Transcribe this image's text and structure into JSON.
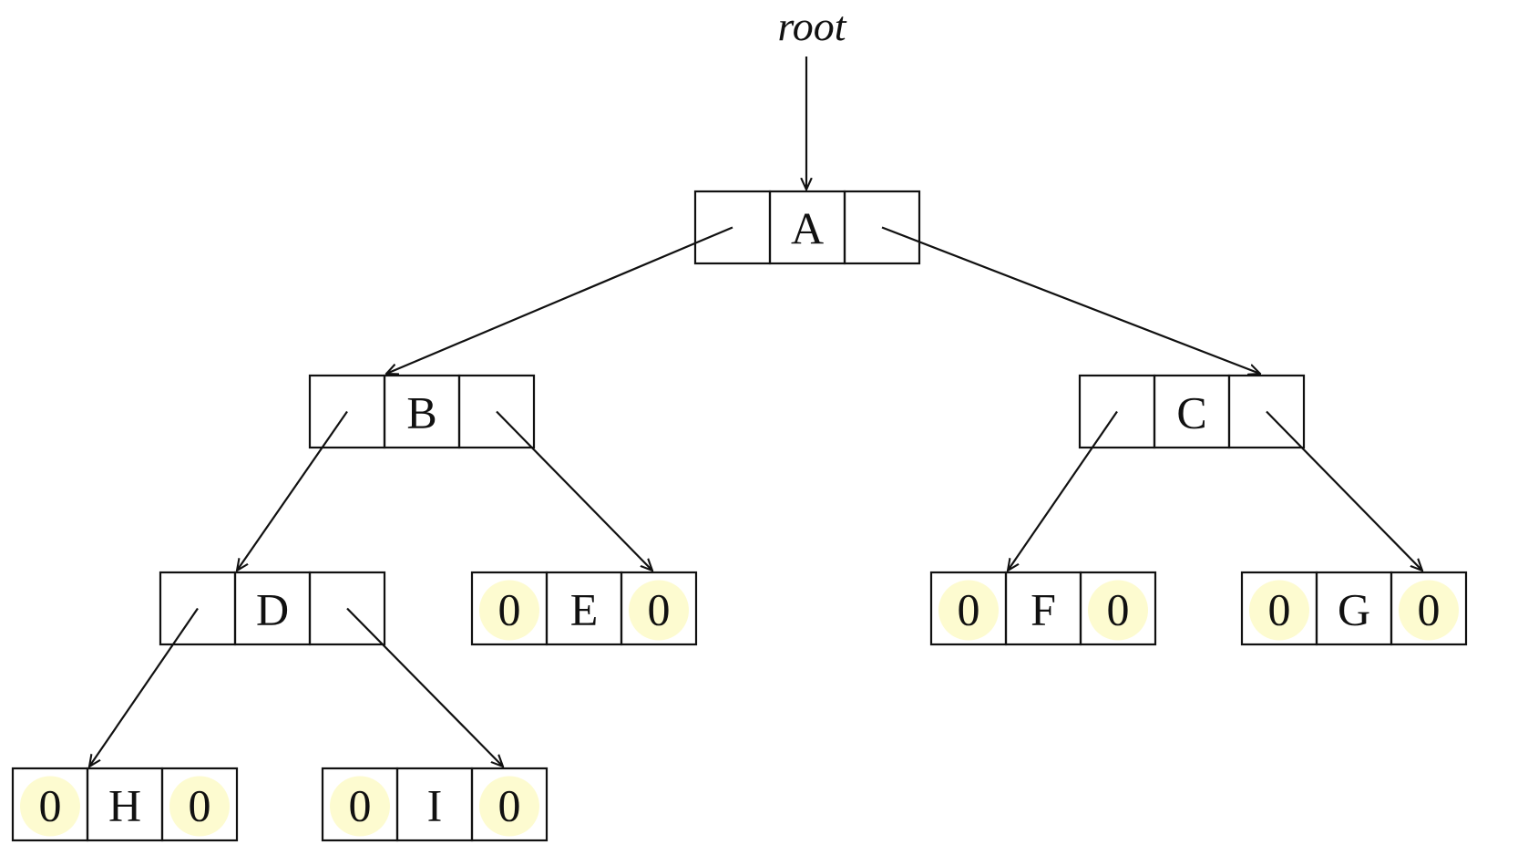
{
  "root_label": "root",
  "nodes": [
    {
      "id": "A",
      "cells": [
        "",
        "A",
        ""
      ]
    },
    {
      "id": "B",
      "cells": [
        "",
        "B",
        ""
      ]
    },
    {
      "id": "C",
      "cells": [
        "",
        "C",
        ""
      ]
    },
    {
      "id": "D",
      "cells": [
        "",
        "D",
        ""
      ]
    },
    {
      "id": "E",
      "cells": [
        "0",
        "E",
        "0"
      ]
    },
    {
      "id": "F",
      "cells": [
        "0",
        "F",
        "0"
      ]
    },
    {
      "id": "G",
      "cells": [
        "0",
        "G",
        "0"
      ]
    },
    {
      "id": "H",
      "cells": [
        "0",
        "H",
        "0"
      ]
    },
    {
      "id": "I",
      "cells": [
        "0",
        "I",
        "0"
      ]
    }
  ],
  "edges": [
    {
      "from": "root",
      "to": "A"
    },
    {
      "from": "A",
      "side": "left",
      "to": "B"
    },
    {
      "from": "A",
      "side": "right",
      "to": "C"
    },
    {
      "from": "B",
      "side": "left",
      "to": "D"
    },
    {
      "from": "B",
      "side": "right",
      "to": "E"
    },
    {
      "from": "C",
      "side": "left",
      "to": "F"
    },
    {
      "from": "C",
      "side": "right",
      "to": "G"
    },
    {
      "from": "D",
      "side": "left",
      "to": "H"
    },
    {
      "from": "D",
      "side": "right",
      "to": "I"
    }
  ],
  "colors": {
    "stroke": "#111111",
    "null_highlight": "#fdfbd0",
    "background": "#ffffff"
  }
}
